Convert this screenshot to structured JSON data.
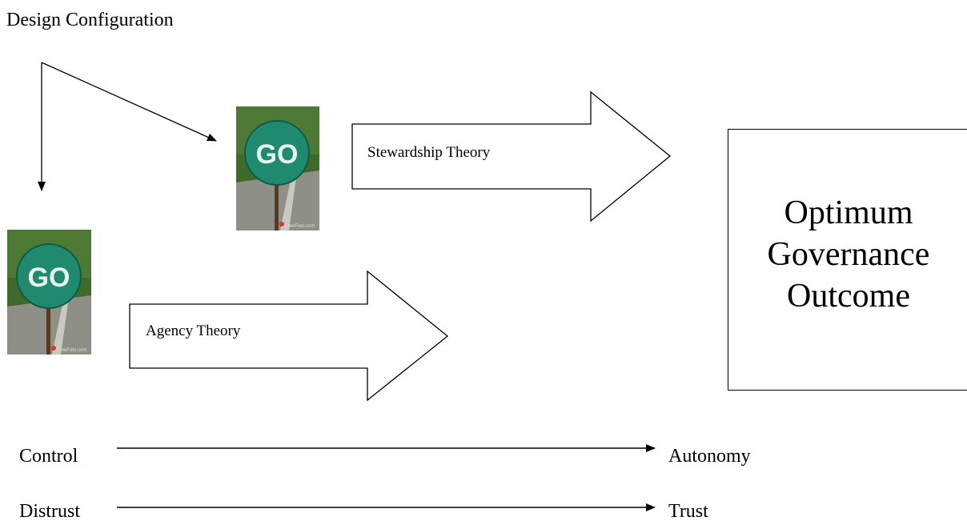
{
  "title": "Design Configuration",
  "arrows": {
    "stewardship": "Stewardship Theory",
    "agency": "Agency Theory"
  },
  "outcome_box": {
    "line1": "Optimum",
    "line2": "Governance",
    "line3": "Outcome"
  },
  "signs": {
    "text": "GO",
    "watermark": "FreeFoto.com",
    "colors": {
      "sign": "#1f8a6e",
      "road": "#8e9088",
      "grass": "#3f6a2c",
      "pole": "#5a3a1e"
    }
  },
  "spectrum": [
    {
      "from": "Control",
      "to": "Autonomy"
    },
    {
      "from": "Distrust",
      "to": "Trust"
    }
  ]
}
